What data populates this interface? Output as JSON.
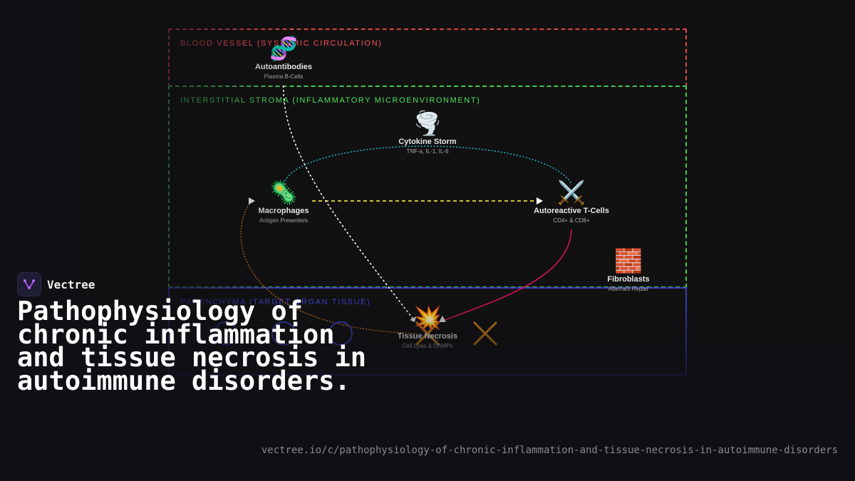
{
  "colors": {
    "background": "#111111",
    "blood_vessel": "#e0434a",
    "stroma": "#3ec94a",
    "parenchyma": "#3a3ab8",
    "cytokine_link": "#1fb8c6",
    "antigen_link": "#e8e03a",
    "autoantibody_link": "#ffffff",
    "macrophage_link": "#c8781e",
    "tcell_link": "#d0155a",
    "dead_cell_x": "#c77f12"
  },
  "zones": {
    "blood_vessel": {
      "label": "BLOOD VESSEL (SYSTEMIC CIRCULATION)"
    },
    "stroma": {
      "label": "INTERSTITIAL STROMA (INFLAMMATORY MICROENVIRONMENT)"
    },
    "parenchyma": {
      "label": "PARENCHYMA (TARGET ORGAN TISSUE)"
    }
  },
  "nodes": {
    "autoantibodies": {
      "emoji": "🧬",
      "name": "Autoantibodies",
      "sub": "Plasma B-Cells"
    },
    "cytokine": {
      "emoji": "🌪️",
      "name": "Cytokine Storm",
      "sub": "TNF-a, IL-1, IL-6"
    },
    "macrophages": {
      "emoji": "🦠",
      "name": "Macrophages",
      "sub": "Antigen Presenters"
    },
    "tcells": {
      "emoji": "⚔️",
      "name": "Autoreactive T-Cells",
      "sub": "CD4+ & CD8+"
    },
    "fibroblasts": {
      "emoji": "🧱",
      "name": "Fibroblasts",
      "sub": "Aberrant Repair"
    },
    "necrosis": {
      "emoji": "💥",
      "name": "Tissue Necrosis",
      "sub": "Cell Lysis & DAMPs"
    }
  },
  "brand": {
    "name": "Vectree",
    "logo_icon": "vectree-logo-icon"
  },
  "title": "Pathophysiology of chronic inflammation and tissue necrosis in autoimmune disorders.",
  "url": "vectree.io/c/pathophysiology-of-chronic-inflammation-and-tissue-necrosis-in-autoimmune-disorders"
}
